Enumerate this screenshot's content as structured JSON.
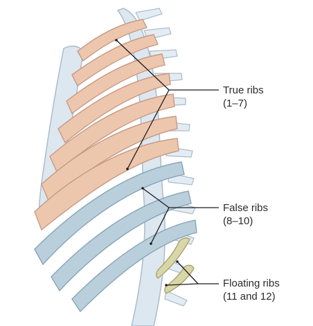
{
  "labels": {
    "true_ribs": {
      "name": "True ribs",
      "range": "(1–7)"
    },
    "false_ribs": {
      "name": "False ribs",
      "range": "(8–10)"
    },
    "floating_ribs": {
      "name": "Floating ribs",
      "range": "(11 and 12)"
    }
  },
  "colors": {
    "true_rib": "#edc6ae",
    "true_rib_edge": "#c79982",
    "false_rib": "#b9cfdc",
    "false_rib_edge": "#87a4b6",
    "floating_rib": "#d9d6a8",
    "floating_rib_edge": "#a8a470",
    "bone": "#dde7f0",
    "bone_edge": "#a9bccb",
    "leader_line": "#1a1a1a"
  }
}
